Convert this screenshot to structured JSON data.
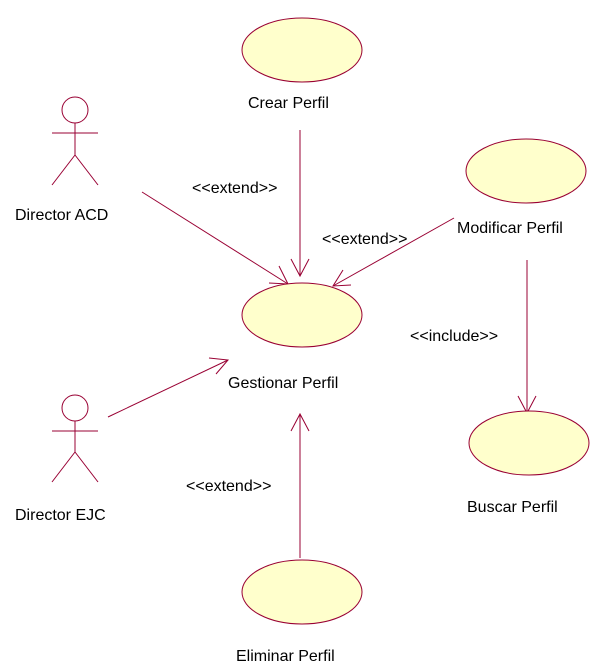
{
  "colors": {
    "line": "#990033",
    "usecase_fill": "#FFFFCC",
    "background": "#FFFFFF",
    "text": "#000000"
  },
  "actors": [
    {
      "id": "director-acd",
      "name": "Director ACD"
    },
    {
      "id": "director-ejc",
      "name": "Director EJC"
    }
  ],
  "use_cases": [
    {
      "id": "crear-perfil",
      "name": "Crear Perfil"
    },
    {
      "id": "modificar-perfil",
      "name": "Modificar Perfil"
    },
    {
      "id": "gestionar-perfil",
      "name": "Gestionar Perfil"
    },
    {
      "id": "buscar-perfil",
      "name": "Buscar Perfil"
    },
    {
      "id": "eliminar-perfil",
      "name": "Eliminar Perfil"
    }
  ],
  "relations": [
    {
      "from": "director-acd",
      "to": "gestionar-perfil",
      "stereotype": ""
    },
    {
      "from": "director-ejc",
      "to": "gestionar-perfil",
      "stereotype": ""
    },
    {
      "from": "crear-perfil",
      "to": "gestionar-perfil",
      "stereotype": "<<extend>>"
    },
    {
      "from": "modificar-perfil",
      "to": "gestionar-perfil",
      "stereotype": "<<extend>>"
    },
    {
      "from": "eliminar-perfil",
      "to": "gestionar-perfil",
      "stereotype": "<<extend>>"
    },
    {
      "from": "modificar-perfil",
      "to": "buscar-perfil",
      "stereotype": "<<include>>"
    }
  ]
}
